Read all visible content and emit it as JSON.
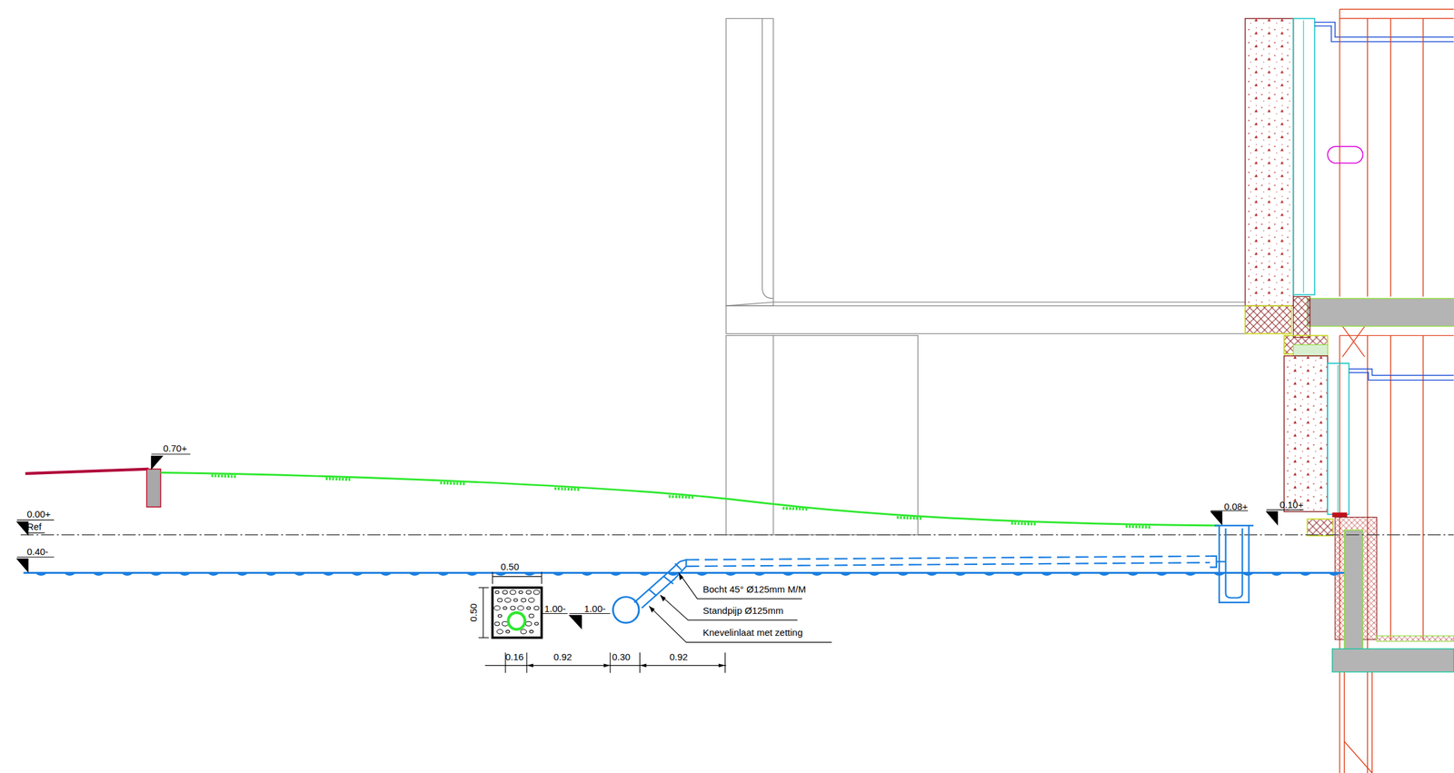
{
  "diagram": {
    "labels": [
      "0.70+",
      "0.00+",
      "Ref",
      "0.40-",
      "0.50",
      "0.50",
      "1.00-",
      "1.00-",
      "Bocht 45° Ø125mm M/M",
      "Standpijp Ø125mm",
      "Knevelinlaat met zetting",
      "0.16",
      "0.92",
      "0.30",
      "0.92",
      "0.08+",
      "0.10+"
    ]
  }
}
